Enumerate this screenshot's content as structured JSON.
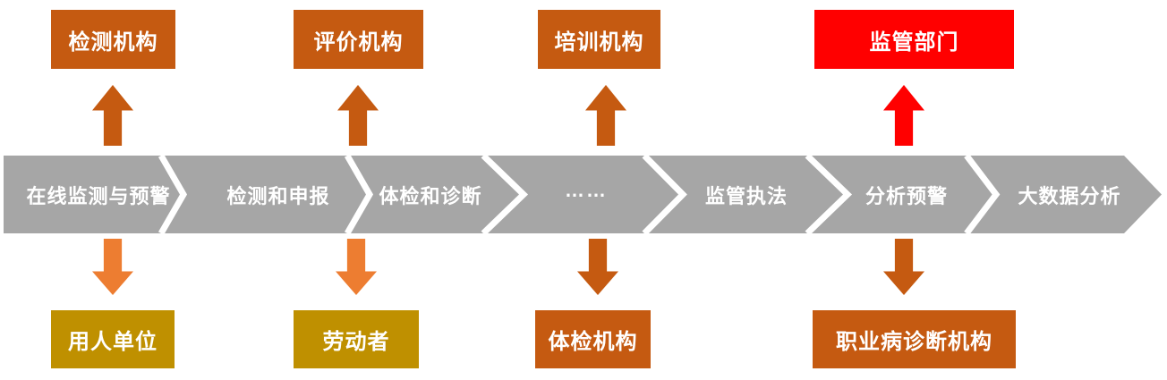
{
  "diagram": {
    "description": "Occupational health supervision process flow diagram",
    "colors": {
      "dark_orange": "#C55A11",
      "light_orange": "#ED7D31",
      "gold": "#BF9000",
      "red": "#FF0000",
      "band_gray": "#A6A6A6",
      "text": "#FFFFFF"
    },
    "top_boxes": [
      {
        "label": "检测机构",
        "color": "#C55A11"
      },
      {
        "label": "评价机构",
        "color": "#C55A11"
      },
      {
        "label": "培训机构",
        "color": "#C55A11"
      },
      {
        "label": "监管部门",
        "color": "#FF0000"
      }
    ],
    "band": {
      "shape": "right-pointing chevron process band",
      "color": "#A6A6A6",
      "segments": [
        {
          "label": "在线监测与预警"
        },
        {
          "label": "检测和申报"
        },
        {
          "label": "体检和诊断"
        },
        {
          "label": "……"
        },
        {
          "label": "监管执法"
        },
        {
          "label": "分析预警"
        },
        {
          "label": "大数据分析"
        }
      ]
    },
    "bottom_boxes": [
      {
        "label": "用人单位",
        "color": "#BF9000"
      },
      {
        "label": "劳动者",
        "color": "#BF9000"
      },
      {
        "label": "体检机构",
        "color": "#C55A11"
      },
      {
        "label": "职业病诊断机构",
        "color": "#C55A11"
      }
    ],
    "arrows": {
      "up": [
        {
          "color": "#C55A11",
          "points_to": "检测机构"
        },
        {
          "color": "#C55A11",
          "points_to": "评价机构"
        },
        {
          "color": "#C55A11",
          "points_to": "培训机构"
        },
        {
          "color": "#FF0000",
          "points_to": "监管部门"
        }
      ],
      "down": [
        {
          "color": "#ED7D31",
          "points_to": "用人单位"
        },
        {
          "color": "#ED7D31",
          "points_to": "劳动者"
        },
        {
          "color": "#C55A11",
          "points_to": "体检机构"
        },
        {
          "color": "#C55A11",
          "points_to": "职业病诊断机构"
        }
      ]
    }
  }
}
